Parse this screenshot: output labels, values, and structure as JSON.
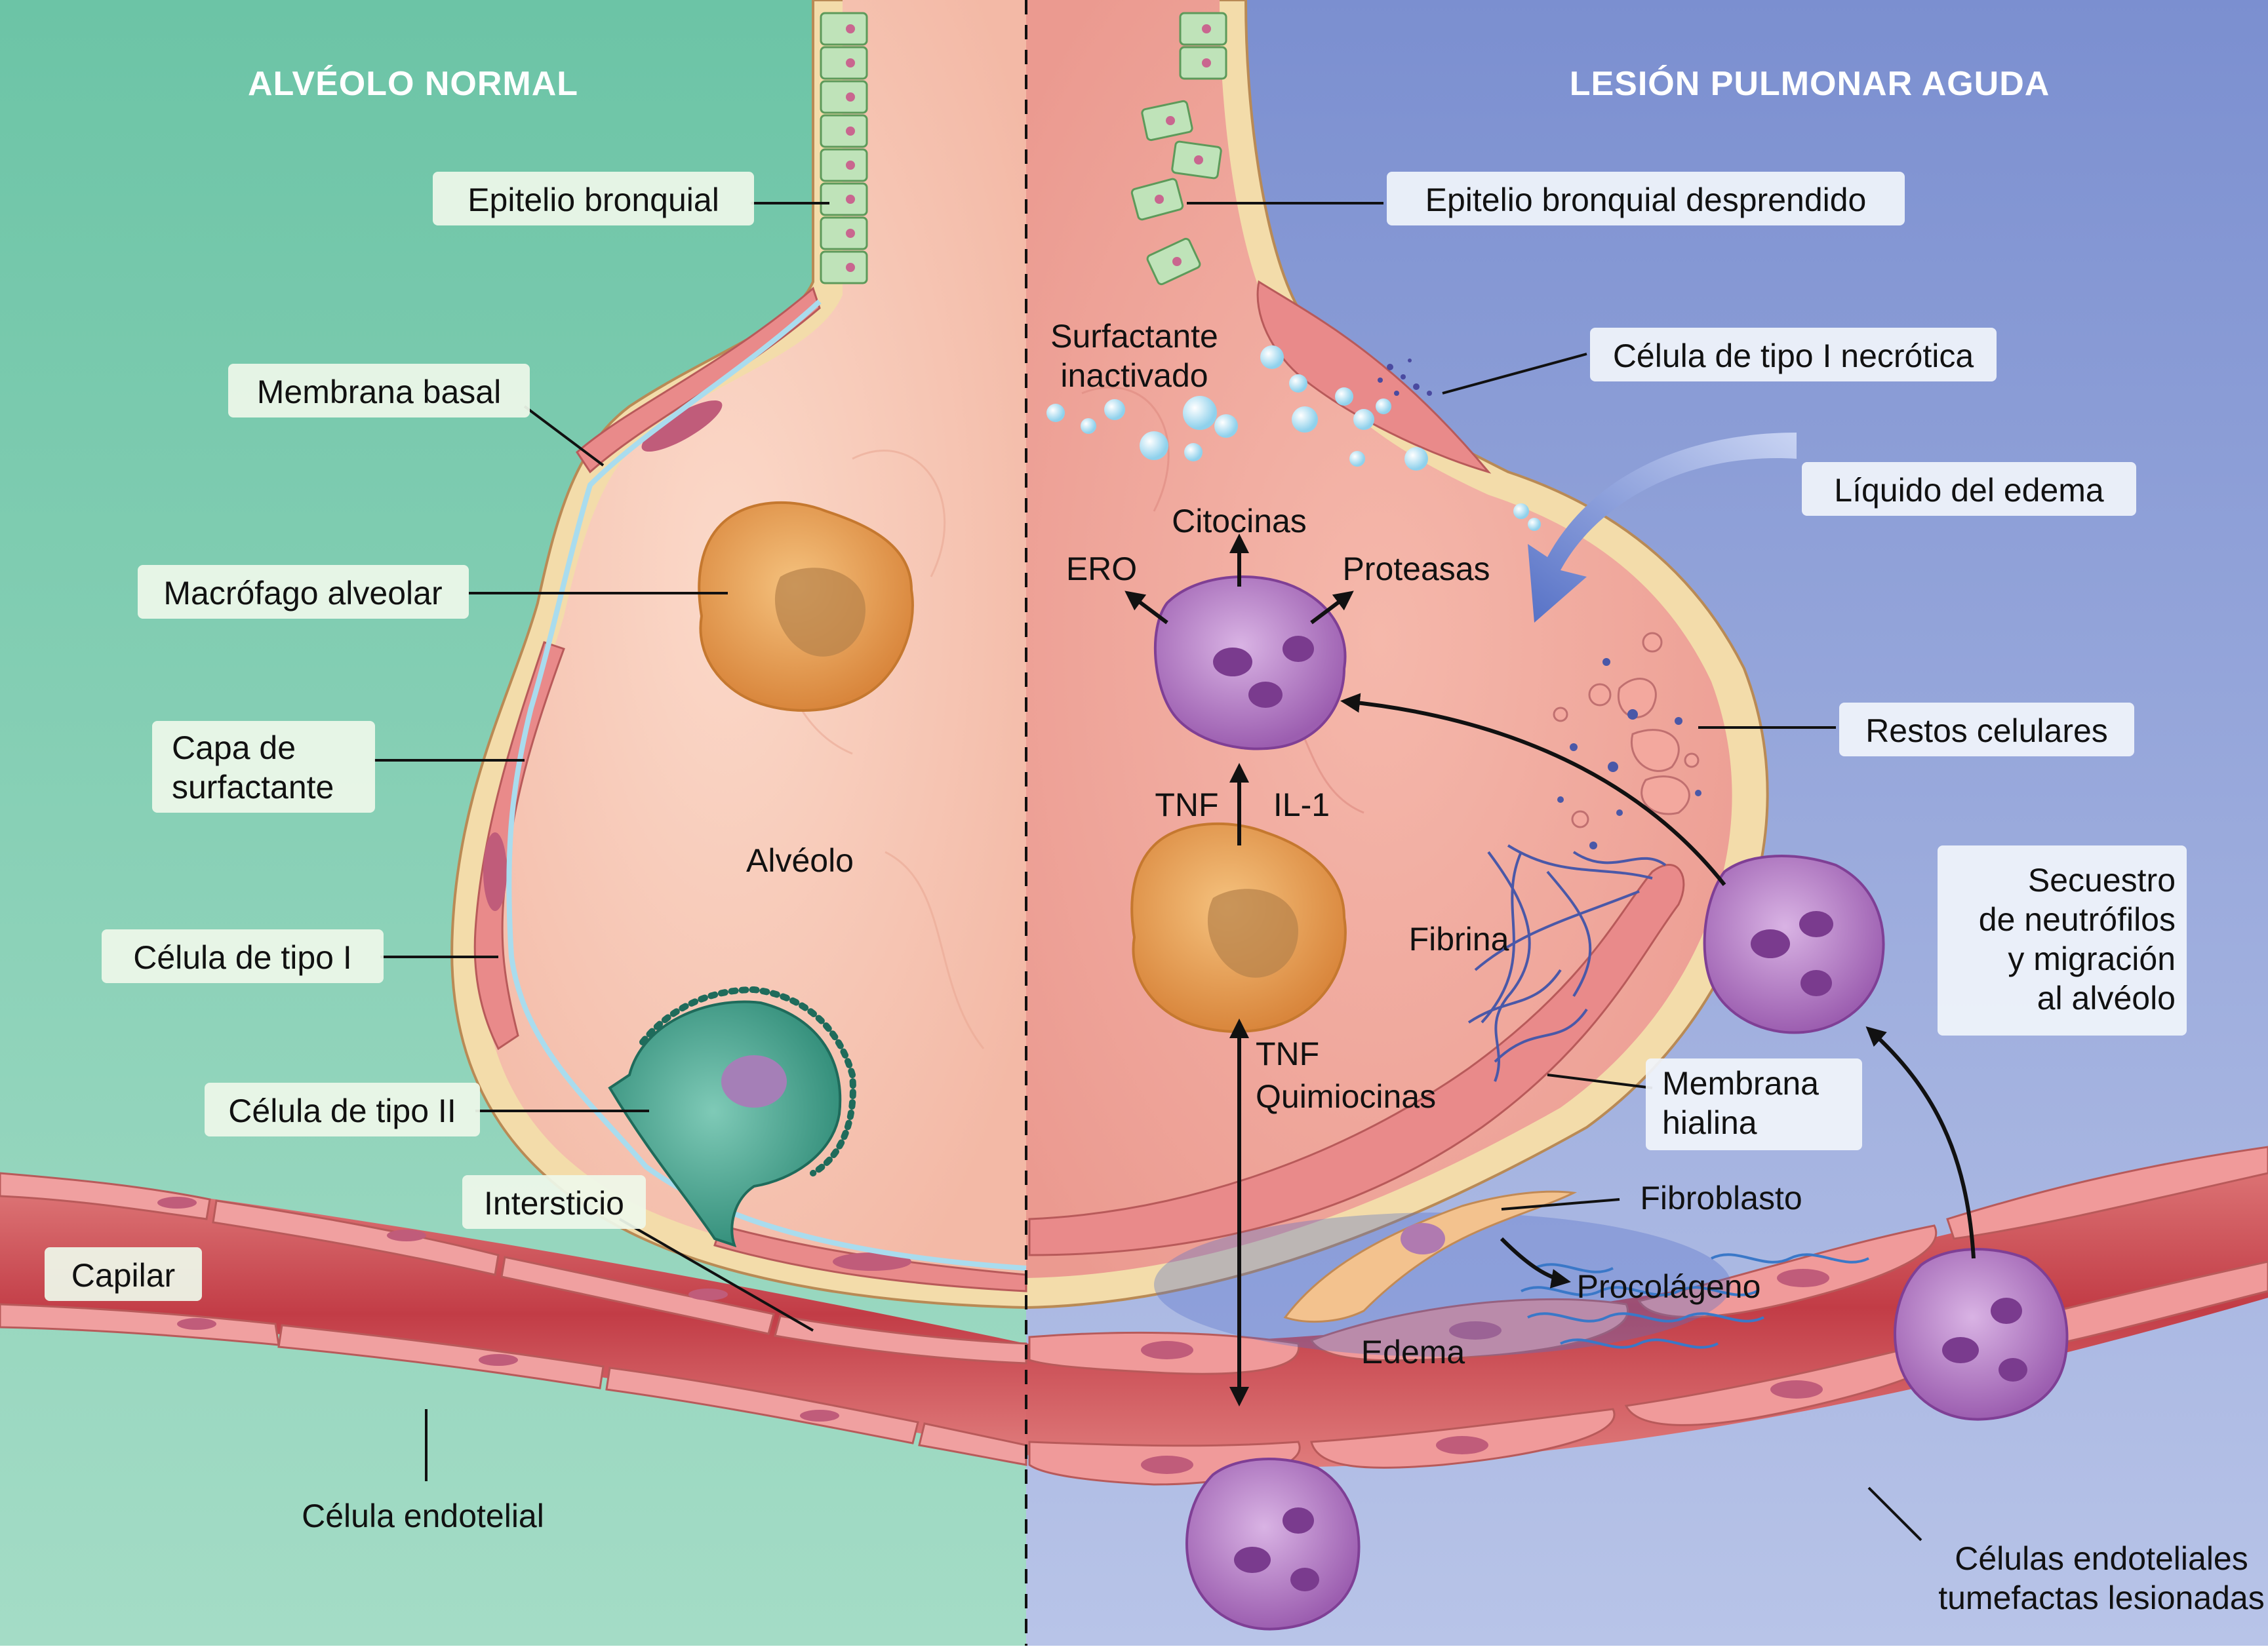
{
  "headings": {
    "left": "ALVÉOLO NORMAL",
    "right": "LESIÓN PULMONAR AGUDA"
  },
  "labels": {
    "epitelio_bronquial": "Epitelio bronquial",
    "membrana_basal": "Membrana basal",
    "macrofago_alveolar": "Macrófago alveolar",
    "capa_surfactante_1": "Capa de",
    "capa_surfactante_2": "surfactante",
    "celula_tipo_i": "Célula de tipo I",
    "celula_tipo_ii": "Célula de tipo II",
    "intersticio": "Intersticio",
    "capilar": "Capilar",
    "celula_endotelial": "Célula endotelial",
    "alveolo": "Alvéolo",
    "epitelio_desprendido": "Epitelio bronquial desprendido",
    "surfactante_inactivado_1": "Surfactante",
    "surfactante_inactivado_2": "inactivado",
    "celula_tipo_i_necrotica": "Célula de tipo I necrótica",
    "liquido_edema": "Líquido del edema",
    "citocinas": "Citocinas",
    "ero": "ERO",
    "proteasas": "Proteasas",
    "restos_celulares": "Restos celulares",
    "tnf": "TNF",
    "il1": "IL-1",
    "fibrina": "Fibrina",
    "secuestro_1": "Secuestro",
    "secuestro_2": "de neutrófilos",
    "secuestro_3": "y migración",
    "secuestro_4": "al alvéolo",
    "tnf_2": "TNF",
    "quimiocinas": "Quimiocinas",
    "membrana_hialina_1": "Membrana",
    "membrana_hialina_2": "hialina",
    "fibroblasto": "Fibroblasto",
    "procolageno": "Procolágeno",
    "edema": "Edema",
    "endoteliales_1": "Células endoteliales",
    "endoteliales_2": "tumefactas lesionadas"
  },
  "colors": {
    "normal_bg": "#7ccbb0",
    "injury_bg": "#8fa0d6",
    "alveolus": "#f7c8b6",
    "wall_cream": "#f3dcaa",
    "type_i_cell": "#e98a8a",
    "capillary": "#c9474f",
    "macrophage": "#e9a45f",
    "neutrophil": "#b07ac0",
    "type_ii_cell": "#3f9f8c",
    "bronchial_epithelium": "#bfe3b9"
  }
}
